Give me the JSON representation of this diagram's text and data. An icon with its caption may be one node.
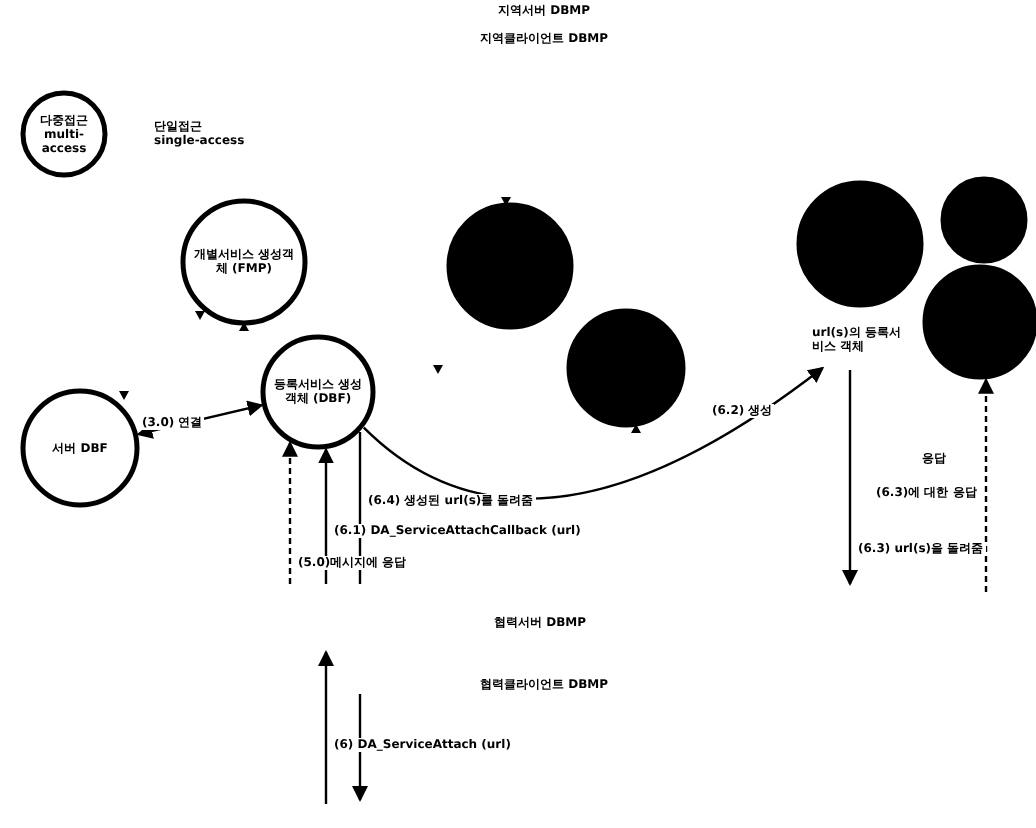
{
  "diagram": {
    "title": "지역서버 DBMP",
    "nodes": [
      {
        "text": [
          "다중접근",
          "multi-access"
        ]
      },
      {
        "text": [
          "개별서비스 생성객체 (FMP)"
        ]
      },
      {
        "text": [],
        "shape": "circle"
      },
      {
        "text": [],
        "shape": "circle"
      },
      {
        "text": [],
        "shape": "circle"
      },
      {
        "text": [],
        "shape": "circle"
      },
      {
        "text": [],
        "shape": "circle"
      },
      {
        "text": [
          "서버 DBF"
        ]
      },
      {
        "text": [
          "등록서비스 생성객체 (DBF)"
        ]
      },
      {
        "text": [
          "url(s)의 등록서비스 객체"
        ]
      }
    ],
    "edges": [
      {
        "from": 7,
        "to": 8,
        "arrow": "both",
        "label": "(3.0) 연결"
      },
      {
        "from": 8,
        "to": 9,
        "arrow": "to",
        "label": "(6.2) 생성"
      },
      {
        "from": null,
        "to": 8,
        "arrow": "to",
        "style": "dashed",
        "label": "(5.0)메시지에 응답"
      },
      {
        "from": null,
        "to": 8,
        "arrow": "to",
        "label": "(6.1) DA_ServiceAttachCallback (url)"
      },
      {
        "from": 8,
        "to": null,
        "arrow": "none",
        "label": "(6.4) 생성된 url(s)를 돌려줌"
      },
      {
        "from": 9,
        "to": null,
        "arrow": "to",
        "label": "(6.3) url(s)을 돌려줌"
      },
      {
        "from": null,
        "to": 6,
        "arrow": "to",
        "style": "dashed",
        "label": "(6.3)에 대한 응답"
      }
    ],
    "labels": [
      "지역클라이언트 DBMP",
      "단일접근",
      "single-access",
      "응답",
      "협력서버 DBMP",
      "협력클라이언트 DBMP",
      "(6) DA_ServiceAttach (url)"
    ]
  }
}
